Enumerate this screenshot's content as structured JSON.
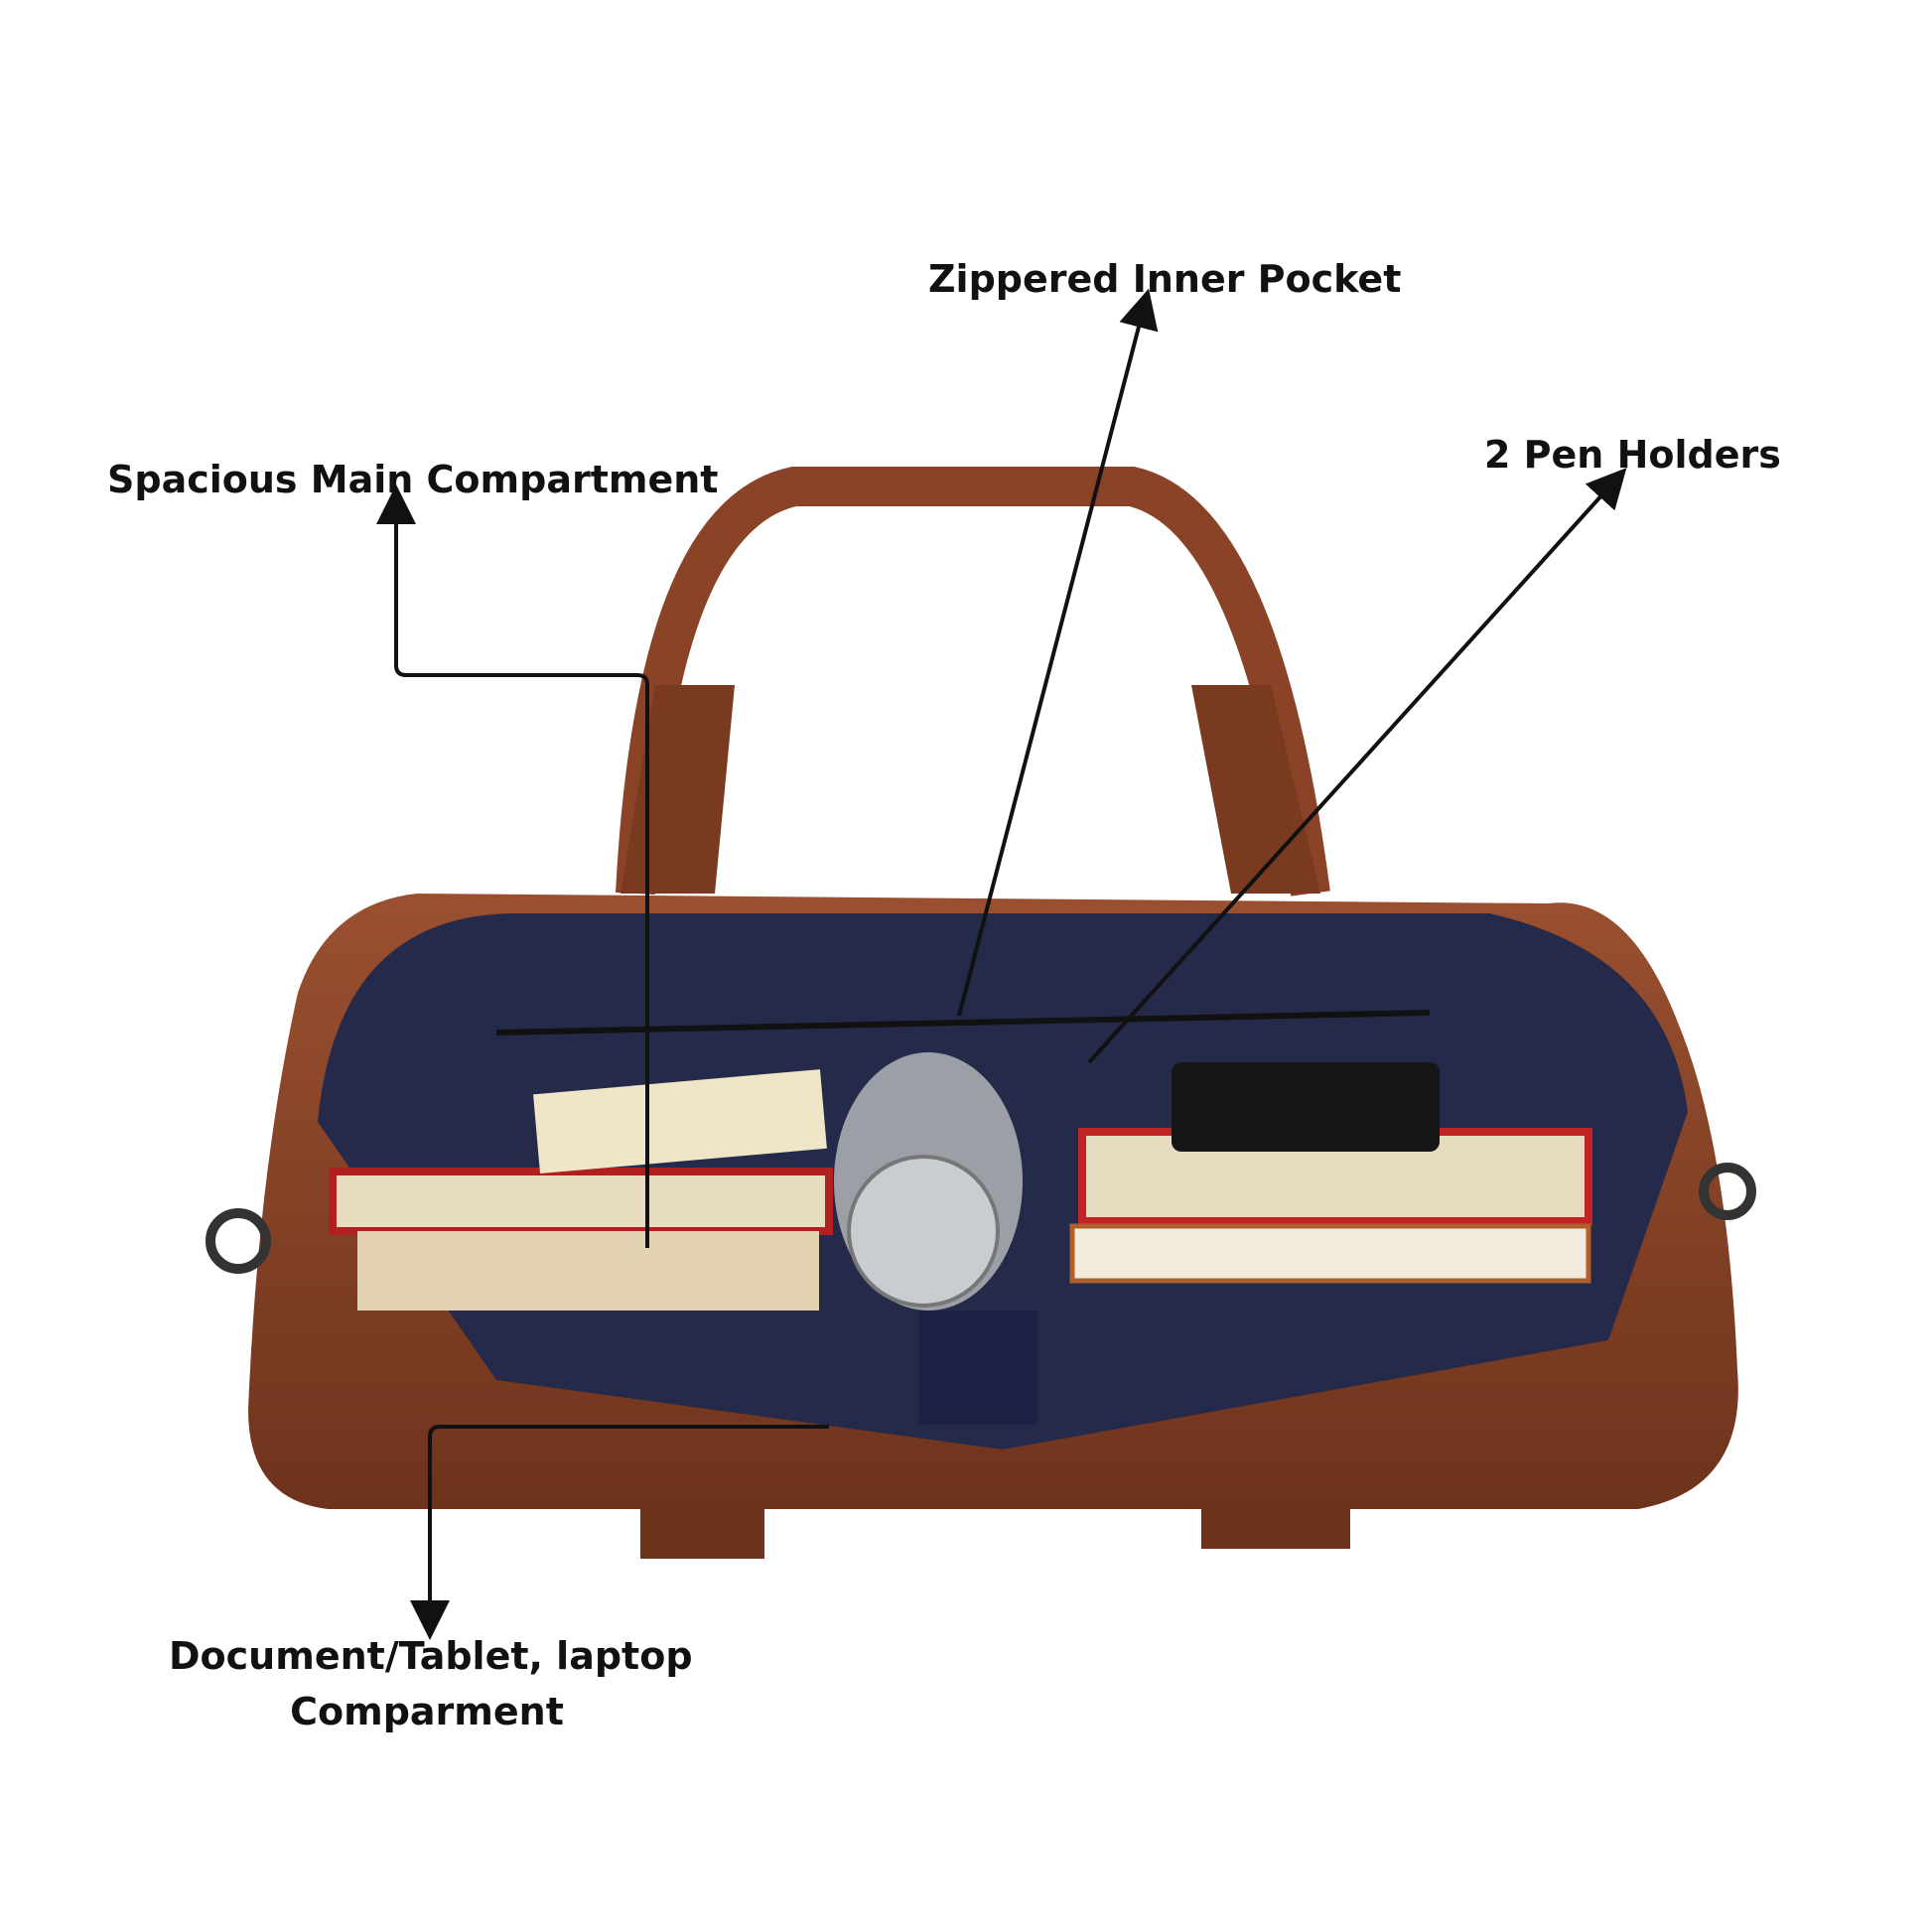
{
  "labels": {
    "zippered_pocket": "Zippered Inner Pocket",
    "main_compartment": "Spacious Main Compartment",
    "pen_holders": "2 Pen Holders",
    "document_line1": "Document/Tablet, laptop",
    "document_line2": "Comparment"
  },
  "colors": {
    "leather": "#8a4326",
    "lining": "#252a4a",
    "arrow": "#111111"
  }
}
